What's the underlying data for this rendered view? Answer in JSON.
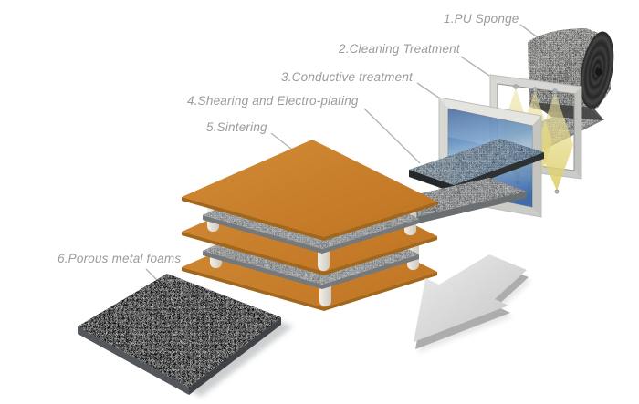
{
  "steps": [
    {
      "label": "1.PU Sponge"
    },
    {
      "label": "2.Cleaning Treatment"
    },
    {
      "label": "3.Conductive treatment"
    },
    {
      "label": "4.Shearing and Electro-plating"
    },
    {
      "label": "5.Sintering"
    },
    {
      "label": "6.Porous metal foams"
    }
  ],
  "colors": {
    "label_text": "#9b9b9b",
    "leader_line": "#b5b5b5",
    "sponge_gray": "#a0a0a0",
    "roll_end_dark": "#2b2b2b",
    "frame_silver": "#d7d7d3",
    "spray_yellow": "#e2d487",
    "bath_blue": "#2e5ea6",
    "plated_sheet_edge": "#26292b",
    "plate_orange": "#c87d2a",
    "pillar_cream": "#e9e5dd",
    "foam_gray": "#76797b",
    "arrow_gray": "#d4d4d4",
    "background": "#ffffff"
  }
}
